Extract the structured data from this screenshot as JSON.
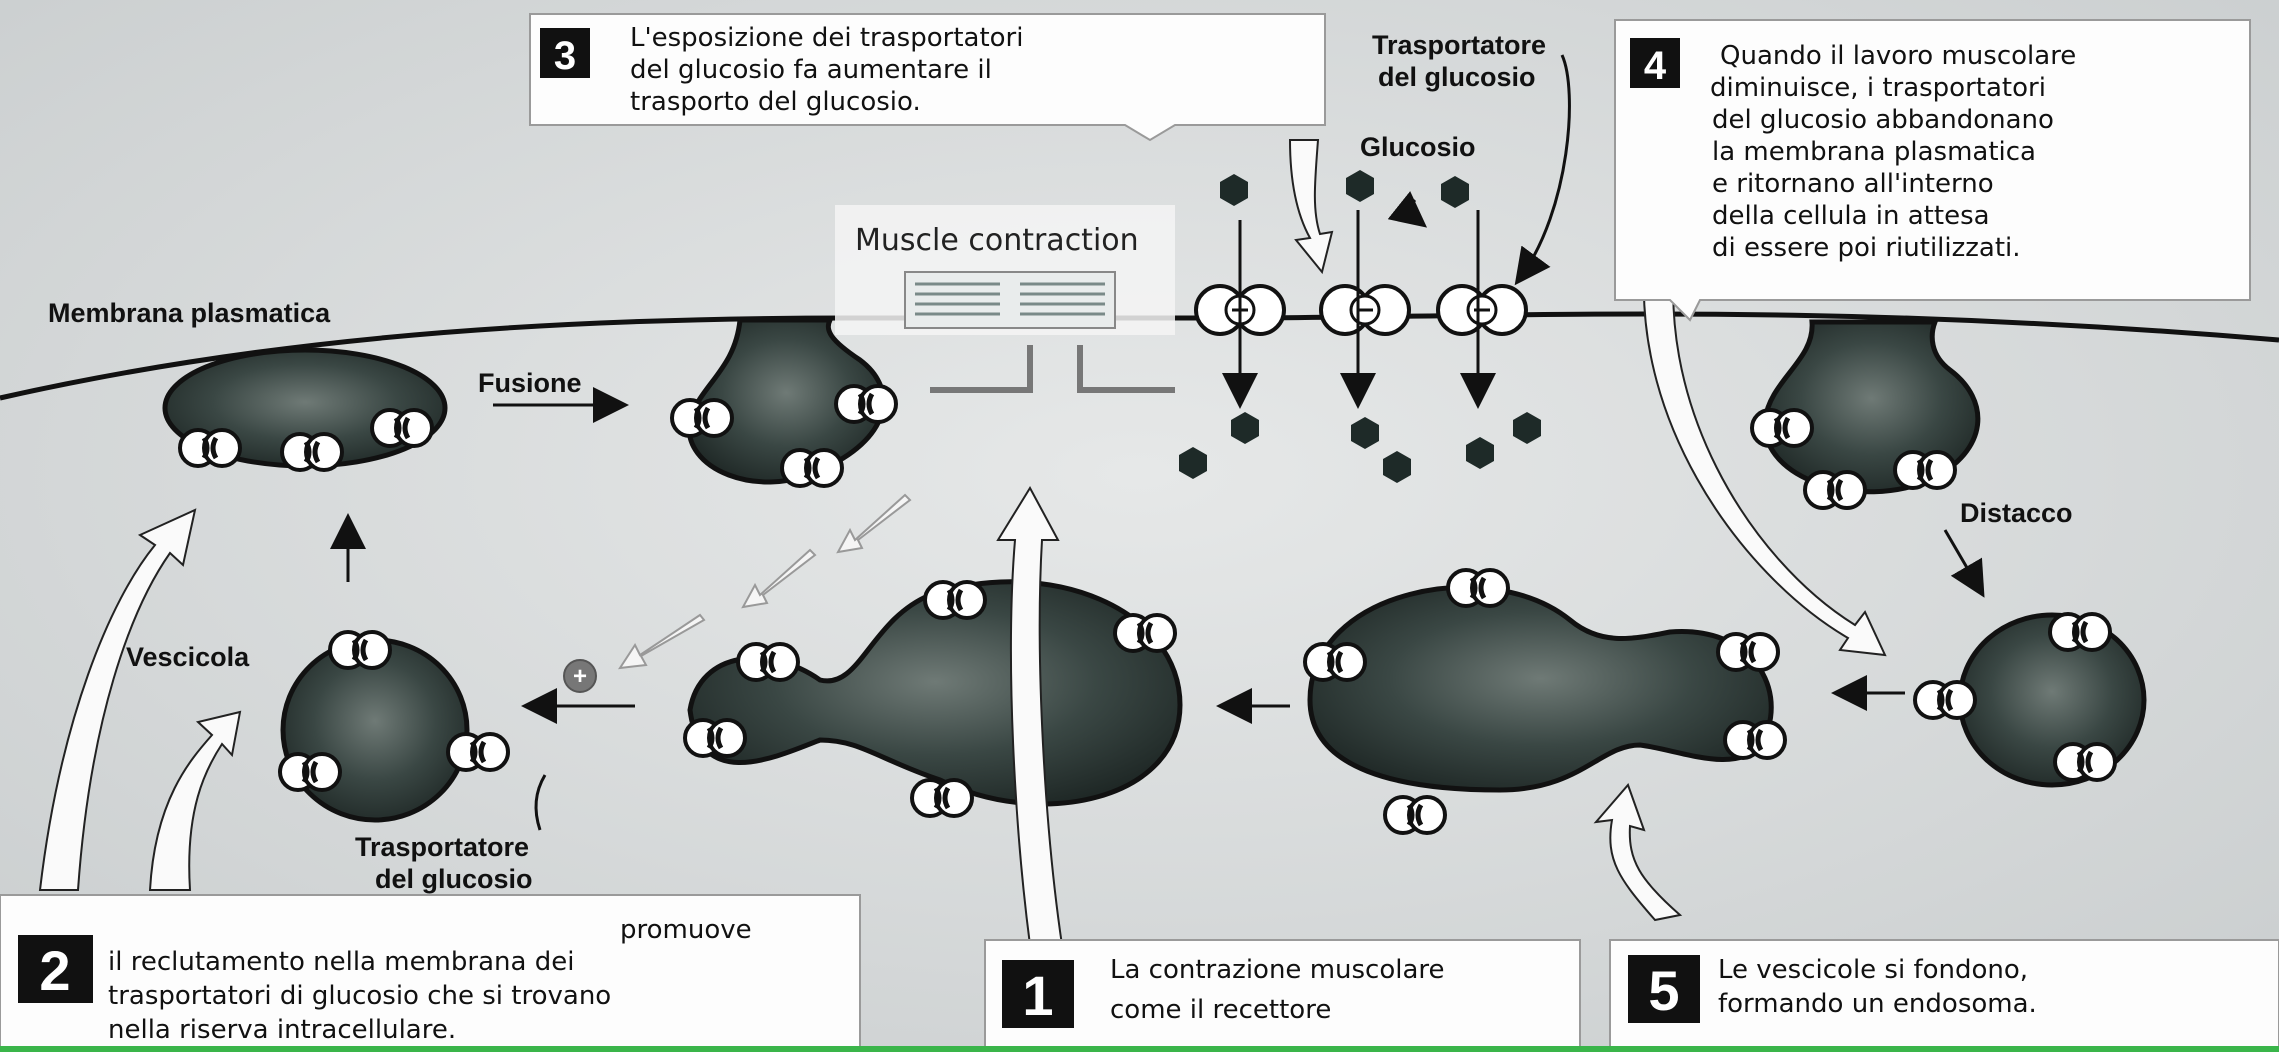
{
  "colors": {
    "background": "#d9dcdd",
    "vesicle": "#2f3b38",
    "callout": "#fdfdfd",
    "number_box": "#111111",
    "bottom_line": "#3ab54a"
  },
  "labels": {
    "membrane": "Membrana plasmatica",
    "fusion": "Fusione",
    "muscle_contraction": "Muscle contraction",
    "glucose": "Glucosio",
    "transporter_top_line1": "Trasportatore",
    "transporter_top_line2": "del glucosio",
    "vesicle": "Vescicola",
    "transporter_bottom_line1": "Trasportatore",
    "transporter_bottom_line2": "del glucosio",
    "detachment": "Distacco",
    "plus_symbol": "+"
  },
  "steps": {
    "s1": {
      "number": "1",
      "line1": "La contrazione muscolare",
      "line2": "come il recettore"
    },
    "s2": {
      "number": "2",
      "line0": "promuove",
      "line1": "il reclutamento nella membrana dei",
      "line2": "trasportatori di glucosio che si trovano",
      "line3": "nella riserva intracellulare."
    },
    "s3": {
      "number": "3",
      "line1": "L'esposizione dei trasportatori",
      "line2": "del glucosio  fa  aumentare il",
      "line3": "trasporto del glucosio."
    },
    "s4": {
      "number": "4",
      "line1": "Quando il lavoro muscolare",
      "line2": "diminuisce, i trasportatori",
      "line3": "del glucosio abbandonano",
      "line4": "la membrana plasmatica",
      "line5": "e ritornano all'interno",
      "line6": "della cellula in attesa",
      "line7": "di essere poi riutilizzati."
    },
    "s5": {
      "number": "5",
      "line1": "Le vescicole si fondono,",
      "line2": "formando un endosoma."
    }
  }
}
